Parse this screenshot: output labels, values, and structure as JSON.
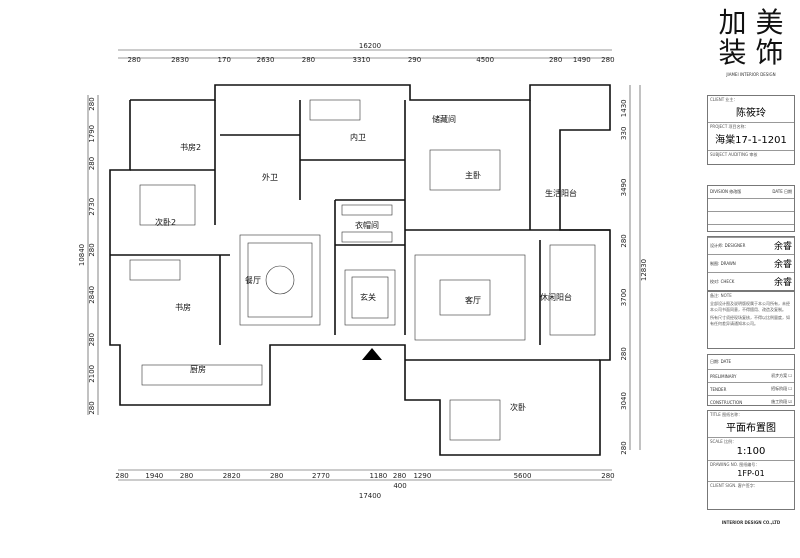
{
  "logo": {
    "chars": [
      "加",
      "美",
      "装",
      "饰"
    ],
    "english": "JIAMEI INTERIOR DESIGN"
  },
  "rooms": {
    "study2": "书房2",
    "bath_inner": "内卫",
    "storage": "储藏间",
    "bath_outer": "外卫",
    "master": "主卧",
    "service_balcony": "生活阳台",
    "second_bed2": "次卧2",
    "closet": "衣帽间",
    "dining": "餐厅",
    "entry": "玄关",
    "living": "客厅",
    "leisure_balcony": "休闲阳台",
    "study": "书房",
    "kitchen": "厨房",
    "second_bed": "次卧"
  },
  "dims": {
    "top": [
      "280",
      "2830",
      "170",
      "2630",
      "280",
      "3310",
      "290",
      "4500",
      "280",
      "1490",
      "280"
    ],
    "top_total": "16200",
    "bottom": [
      "280",
      "1940",
      "280",
      "2820",
      "280",
      "2770",
      "1180",
      "280",
      "1290",
      "5600",
      "280"
    ],
    "bottom_extra": "400",
    "bottom_total": "17400",
    "left": [
      "280",
      "1790",
      "280",
      "2730",
      "280",
      "2840",
      "280",
      "2100",
      "280"
    ],
    "left_total": "10840",
    "right": [
      "1430",
      "330",
      "3490",
      "280",
      "3700",
      "280",
      "3040",
      "280"
    ],
    "right_total": "12830"
  },
  "title_block": {
    "client_label": "CLIENT 业主：",
    "client": "陈筱玲",
    "project_label": "PROJECT 项目名称：",
    "project": "海棠17-1-1201",
    "audit_label": "SUBJECT AUDITING 审核",
    "division_label": "DIVISION 修改版",
    "date_label": "DATE 日期",
    "designer_label": "设计师: DESIGNER",
    "designer": "余睿",
    "drawn_label": "制图: DRAWN",
    "drawn": "余睿",
    "check_label": "校对: CHECK",
    "check": "余睿",
    "note_label": "备注: NOTE",
    "note1": "全部设计图及说明版权属于本公司所有，未经本公司书面同意，不得擅用、改造及复制。",
    "note2": "所有尺寸须经现场复核，不得以比例量度，如有任何差异请通知本公司。",
    "date2_label": "日期: DATE",
    "stages": [
      {
        "en": "PRELIMINARY",
        "cn": "初步方案",
        "checked": false
      },
      {
        "en": "TENDER",
        "cn": "招标阶段",
        "checked": false
      },
      {
        "en": "CONSTRUCTION",
        "cn": "施工阶段",
        "checked": true
      }
    ],
    "title_label": "TITLE 图纸名称：",
    "title": "平面布置图",
    "scale_label": "SCALE 比例：",
    "scale": "1:100",
    "drawing_label": "DRAWING NO. 图纸编号：",
    "drawing": "1FP-01",
    "sign_label": "CLIENT SIGN. 客户签字：",
    "company": "INTERIOR DESIGN CO.,LTD"
  }
}
